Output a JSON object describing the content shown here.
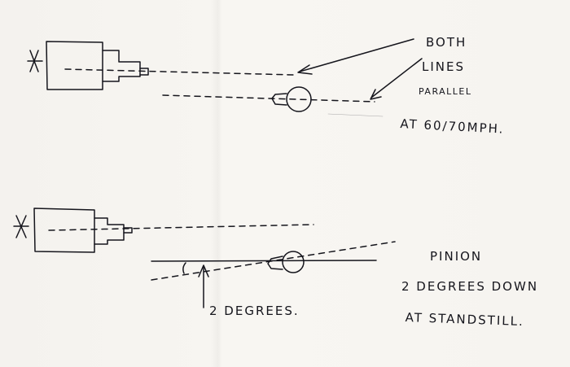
{
  "note_top": {
    "line1": "BOTH",
    "line2": "LINES",
    "line3": "PARALLEL",
    "line4": "AT 60/70MPH."
  },
  "note_bottom": {
    "line1": "PINION",
    "line2": "2 DEGREES DOWN",
    "line3": "AT STANDSTILL."
  },
  "angle_label": "2 DEGREES."
}
